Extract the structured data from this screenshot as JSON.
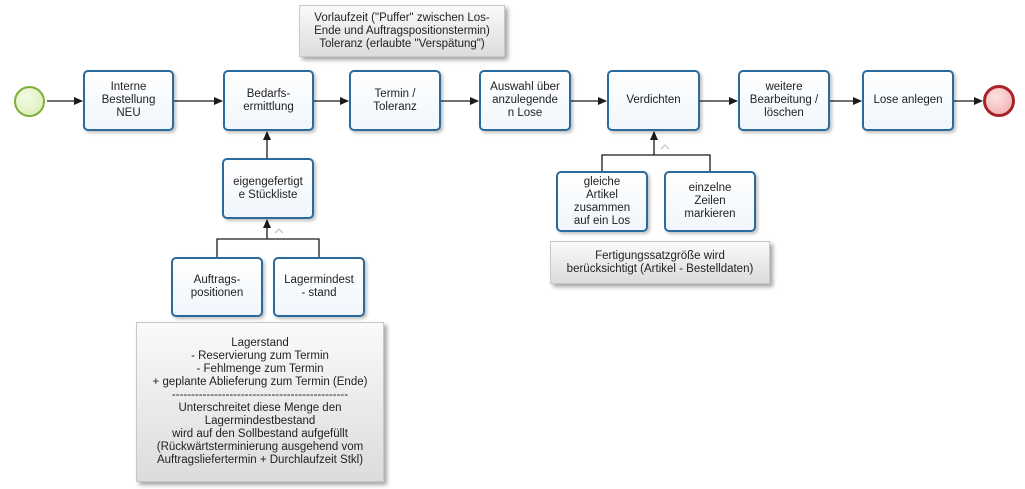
{
  "diagram": {
    "tasks": {
      "interne_bestellung": "Interne\nBestellung\nNEU",
      "bedarfsermittlung": "Bedarfs-\nermittlung",
      "termin_toleranz": "Termin /\nToleranz",
      "auswahl_lose": "Auswahl über\nanzulegende\nn Lose",
      "verdichten": "Verdichten",
      "weitere_bearbeitung": "weitere\nBearbeitung /\nlöschen",
      "lose_anlegen": "Lose anlegen",
      "stueckliste": "eigengefertigt\ne Stückliste",
      "auftragspositionen": "Auftrags-\npositionen",
      "lagermindeststand": "Lagermindest\n- stand",
      "gleiche_artikel": "gleiche\nArtikel\nzusammen\nauf ein Los",
      "einzelne_zeilen": "einzelne\nZeilen\nmarkieren"
    },
    "notes": {
      "vorlaufzeit": "Vorlaufzeit (\"Puffer\" zwischen Los-\nEnde und Auftragspositionstermin)\nToleranz (erlaubte \"Verspätung\")",
      "fertigungssatz": "Fertigungssatzgröße wird\nberücksichtigt (Artikel - Bestelldaten)",
      "lagerstand": "Lagerstand\n- Reservierung zum Termin\n- Fehlmenge zum Termin\n+ geplante Ablieferung zum Termin (Ende)\n----------------------------------------------\nUnterschreitet diese Menge den\nLagermindestbestand\nwird auf den Sollbestand aufgefüllt\n(Rückwärtsterminierung ausgehend vom\nAuftragsliefertermin + Durchlaufzeit Stkl)"
    },
    "colors": {
      "task_border": "#2a6a9c",
      "start_event": "#7fae3a",
      "end_event": "#a8232a",
      "connector": "#1a1a1a"
    }
  }
}
